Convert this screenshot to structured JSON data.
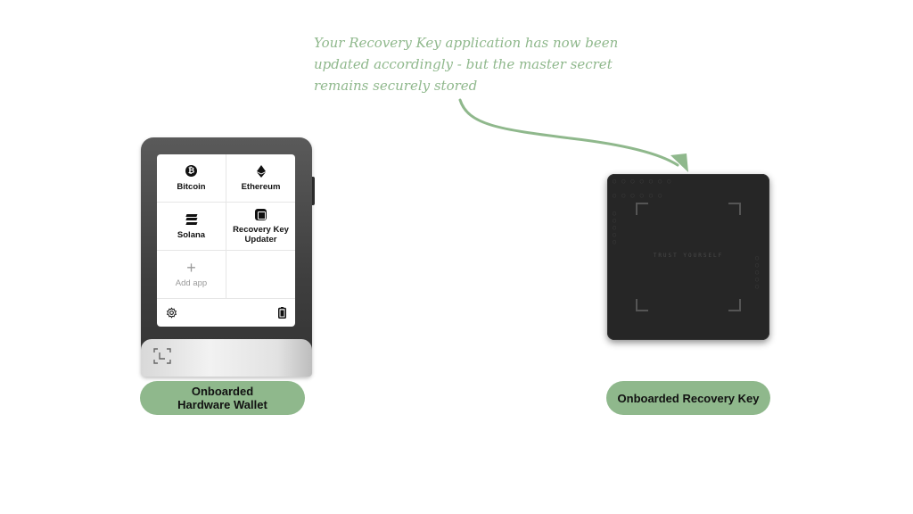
{
  "annotation": {
    "lines": [
      "Your Recovery Key application has now been",
      "updated accordingly - but the master secret",
      "remains securely stored"
    ],
    "color": "#8fb88c"
  },
  "wallet": {
    "apps": [
      {
        "label": "Bitcoin",
        "icon": "bitcoin-icon"
      },
      {
        "label": "Ethereum",
        "icon": "ethereum-icon"
      },
      {
        "label": "Solana",
        "icon": "solana-icon"
      },
      {
        "label_line1": "Recovery Key",
        "label_line2": "Updater",
        "icon": "recovery-key-icon"
      },
      {
        "label": "Add app",
        "icon": "plus-icon"
      }
    ],
    "footer_icons": [
      "gear-icon",
      "battery-icon"
    ],
    "label_line1": "Onboarded",
    "label_line2": "Hardware Wallet"
  },
  "recovery_key": {
    "card_text": "TRUST YOURSELF",
    "label": "Onboarded Recovery Key"
  }
}
